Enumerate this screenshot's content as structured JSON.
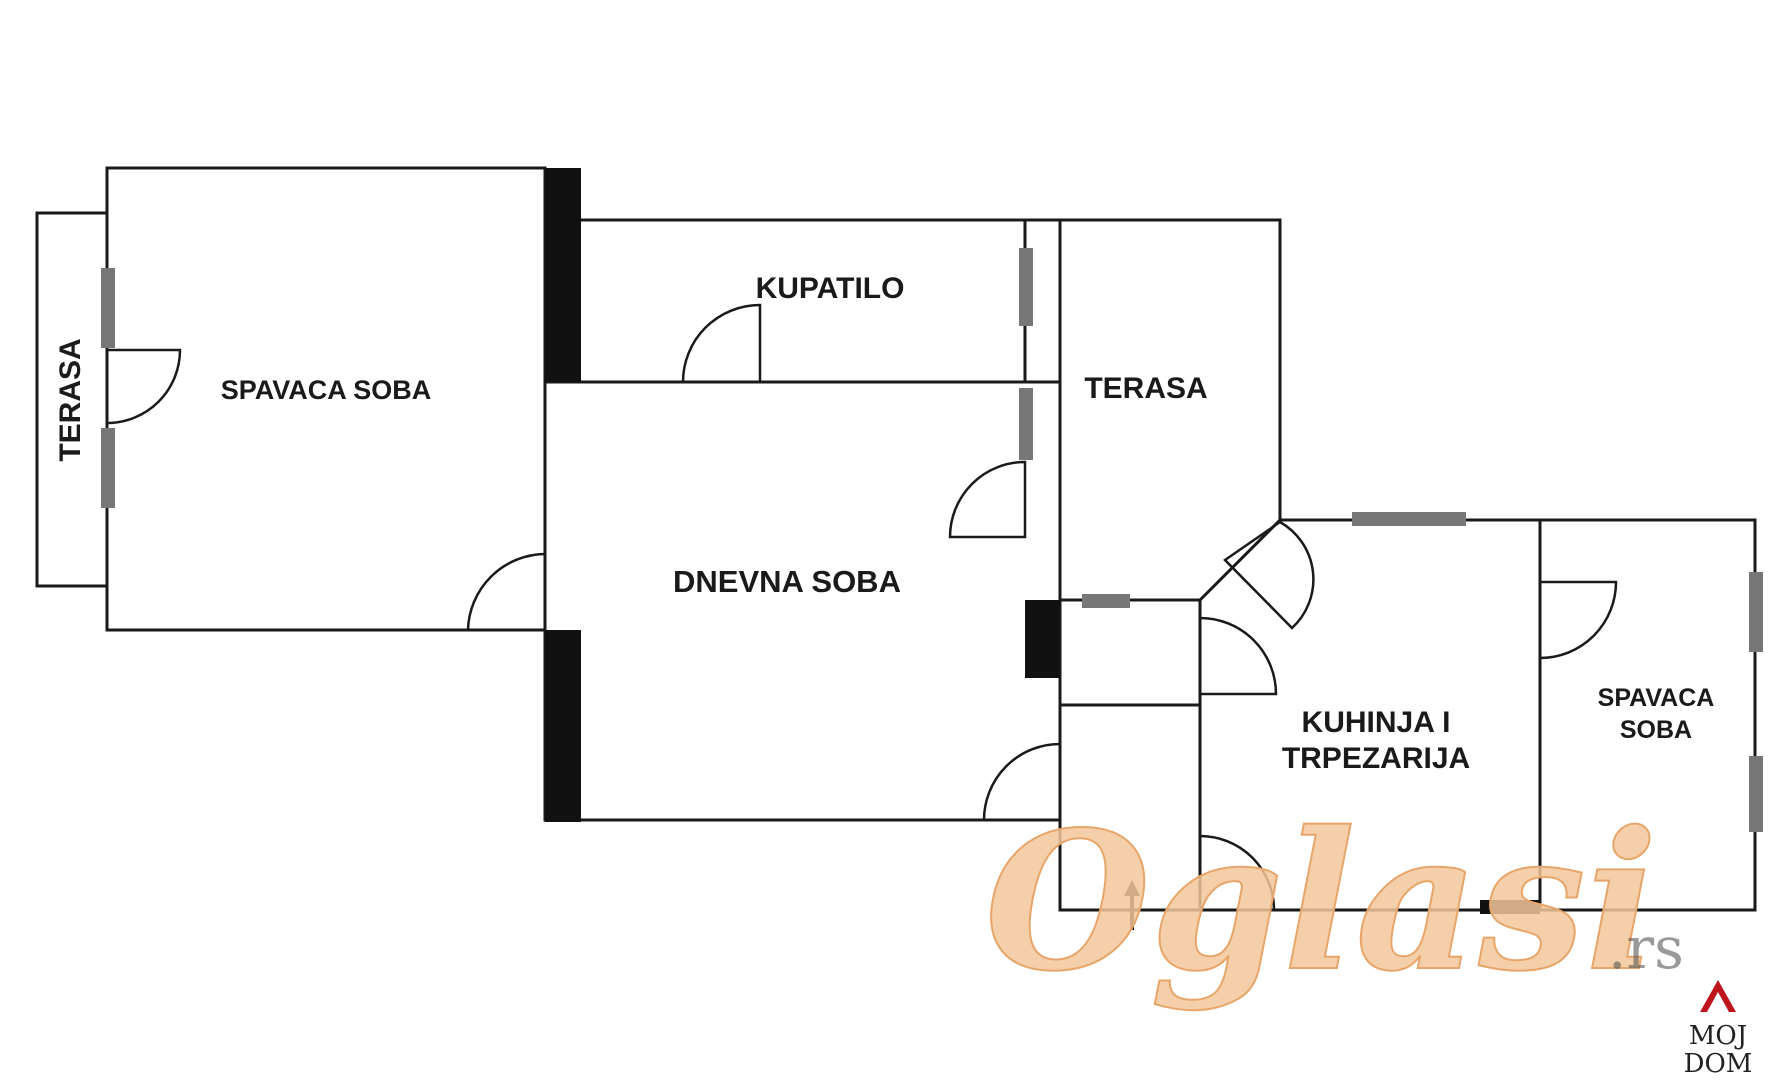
{
  "plan": {
    "rooms": [
      {
        "id": "terasa-left",
        "label": "TERASA"
      },
      {
        "id": "spavaca-left",
        "label": "SPAVACA SOBA"
      },
      {
        "id": "kupatilo",
        "label": "KUPATILO"
      },
      {
        "id": "terasa-mid",
        "label": "TERASA"
      },
      {
        "id": "dnevna",
        "label": "DNEVNA SOBA"
      },
      {
        "id": "kuhinja",
        "label_line1": "KUHINJA I",
        "label_line2": "TRPEZARIJA"
      },
      {
        "id": "spavaca-right",
        "label_line1": "SPAVACA",
        "label_line2": "SOBA"
      }
    ]
  },
  "watermark": {
    "brand": "Oglasi",
    "suffix": ".rs"
  },
  "logo": {
    "line1": "MOJ",
    "line2": "DOM"
  },
  "colors": {
    "wall": "#1a1a1a",
    "window": "#777777",
    "watermark": "#f2c79a",
    "logo_accent": "#c0141c"
  }
}
